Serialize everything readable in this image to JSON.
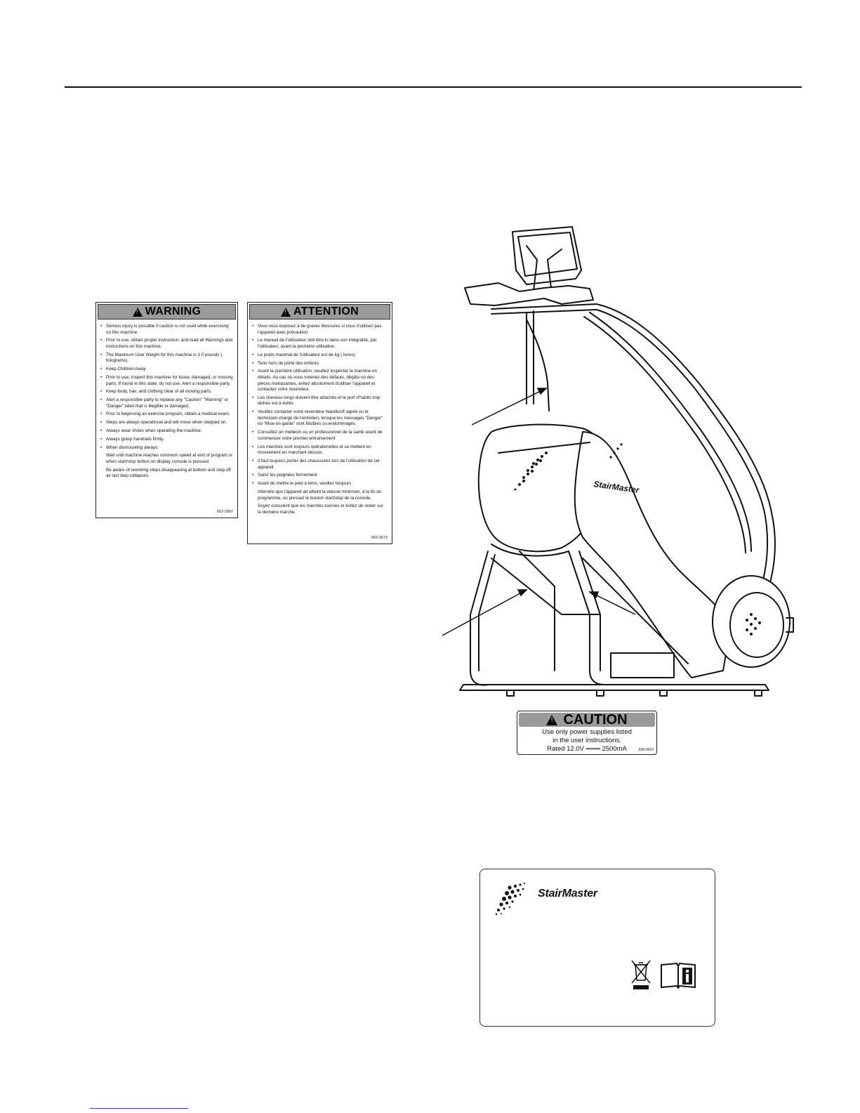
{
  "warning_label": {
    "title": "WARNING",
    "items": [
      "Serious injury is possible if caution is not used while exercising on this machine.",
      "Prior to use, obtain proper instruction, and read all Warnings and instructions on this machine.",
      "The Maximum User Weight for this machine is 3  0 pounds (      Kilograms).",
      "Keep Children Away.",
      "Prior to use, inspect this machine for loose, damaged, or missing parts. If found in this state, do not use.  Alert a responsible party.",
      "Keep body, hair, and clothing clear of all moving parts.",
      "Alert a responsible party to replace any \"Caution\" \"Warning\" or \"Danger\" label that is illegible or damaged.",
      "Prior to beginning an exercise program, obtain a medical exam.",
      "Steps are always operational and will move when stepped on.",
      "Always wear shoes when operating the machine.",
      "Always grasp handrails firmly.",
      "When dismounting always:"
    ],
    "sub_items": [
      "Wait until machine reaches minimum speed at end of program or when start/stop button on display console is pressed.",
      "Be aware of revolving steps disappearing at bottom and step off as last step collapses."
    ],
    "code": "002-2997"
  },
  "attention_label": {
    "title": "ATTENTION",
    "items": [
      "Vous vous exposez à de graves blessures si vous n'utilisez pas l'appareil avec précaution.",
      "Le manuel de l'utilisateur doit être lu dans son intégralité, par l'utilisateur, avant la première utilisation.",
      "Le poids maximal de l'utilisateur est de       kg (      livres).",
      "Tenir hors de porté des enfants.",
      "Avant la première utilisation, veuillez inspecter la machine en détails. Au cas où vous noteriez des défauts, dégâts où des pièces manquantes, évitez absolument d'utiliser l'appareil et contactez votre revendeur.",
      "Les cheveux longs doivent être attachés et le port d'habits trop lâches est à éviter.",
      "Veuillez contacter votre revendeur Nautilus® agréé ou le technicien chargé de l'entretien, lorsque les messages \"Danger\" où \"Mise en garde\" sont illisibles ou endommagés.",
      "Consultez un médecin ou un professionnel de la santé avant de commencer votre premier entraînement",
      "Les marches sont toujours opérationelles et se mettent en mouvement en marchant dessus.",
      "Il faut toujours porter des chaussures lors de l'utilisation de cet appareil.",
      "Saisir les poignées fermement",
      "Avant de mettre le pied à terre, veuillez toujours :"
    ],
    "sub_items": [
      "Attendre que l'appareil ait atteint la vitesse minimum, à la fin du programme, où pressez le bouton start/stop de la console.",
      "Soyez conscient que les marches tournes et évitez de rester sur la dernière marche."
    ],
    "code": "003-3673"
  },
  "caution_label": {
    "title": "CAUTION",
    "line1": "Use only power supplies listed",
    "line2": "in the user instructions.",
    "line3": "Rated 12.0V ═══ 2500mA",
    "code": "830-0016"
  },
  "machine": {
    "brand": "StairMaster"
  },
  "serial_plate": {
    "brand": "StairMaster",
    "icons": [
      "weee-crossed-bin-icon",
      "read-manual-icon"
    ]
  }
}
